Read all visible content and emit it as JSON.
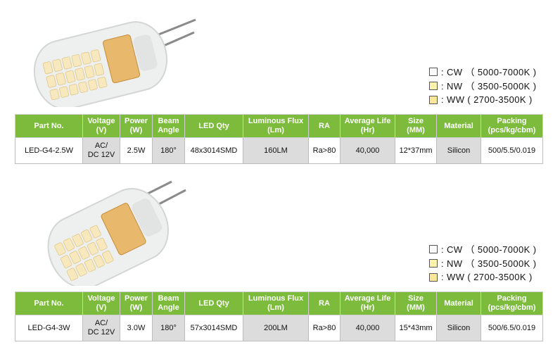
{
  "colors": {
    "header_bg": "#7cbb3c",
    "header_text": "#ffffff",
    "shade_cell": "#dcdcdc",
    "swatch_cw": "#ffffff",
    "swatch_nw": "#fff3b0",
    "swatch_ww": "#fbe79a"
  },
  "table_headers": [
    "Part No.",
    "Voltage\n(V)",
    "Power\n(W)",
    "Beam\nAngle",
    "LED Qty",
    "Luminous Flux\n(Lm)",
    "RA",
    "Average Life\n(Hr)",
    "Size\n(MM)",
    "Material",
    "Packing\n(pcs/kg/cbm)"
  ],
  "products": [
    {
      "legend": [
        {
          "text": ": CW （ 5000-7000K )"
        },
        {
          "text": ": NW （ 3500-5000K )"
        },
        {
          "text": ": WW ( 2700-3500K )"
        }
      ],
      "row": [
        "LED-G4-2.5W",
        "AC/\nDC 12V",
        "2.5W",
        "180°",
        "48x3014SMD",
        "160LM",
        "Ra>80",
        "40,000",
        "12*37mm",
        "Silicon",
        "500/5.5/0.019"
      ]
    },
    {
      "legend": [
        {
          "text": ": CW （ 5000-7000K )"
        },
        {
          "text": ": NW （ 3500-5000K )"
        },
        {
          "text": ": WW ( 2700-3500K )"
        }
      ],
      "row": [
        "LED-G4-3W",
        "AC/\nDC 12V",
        "3.0W",
        "180°",
        "57x3014SMD",
        "200LM",
        "Ra>80",
        "40,000",
        "15*43mm",
        "Silicon",
        "500/6.5/0.019"
      ]
    }
  ]
}
